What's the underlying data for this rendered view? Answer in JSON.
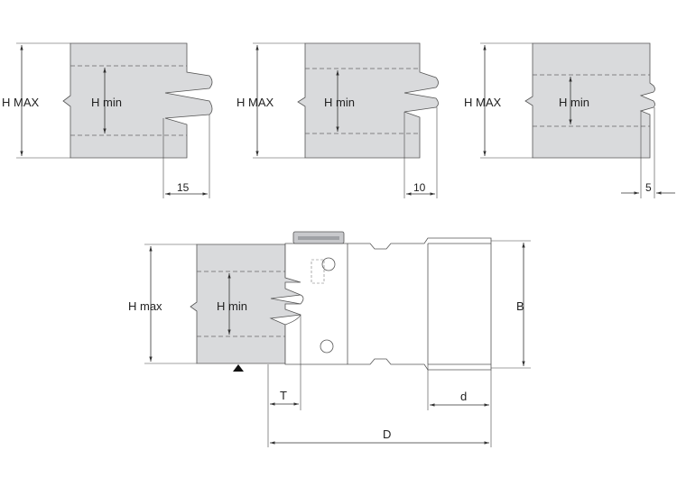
{
  "diagram_1": {
    "h_max_label": "H MAX",
    "h_min_label": "H min",
    "depth_label": "15"
  },
  "diagram_2": {
    "h_max_label": "H MAX",
    "h_min_label": "H min",
    "depth_label": "10"
  },
  "diagram_3": {
    "h_max_label": "H MAX",
    "h_min_label": "H min",
    "depth_label": "5"
  },
  "tool_diagram": {
    "h_max_label": "H max",
    "h_min_label": "H min",
    "b_label": "B",
    "t_label": "T",
    "d_small_label": "d",
    "d_large_label": "D"
  },
  "colors": {
    "workpiece_fill": "#d9dadc",
    "line": "#555555"
  }
}
